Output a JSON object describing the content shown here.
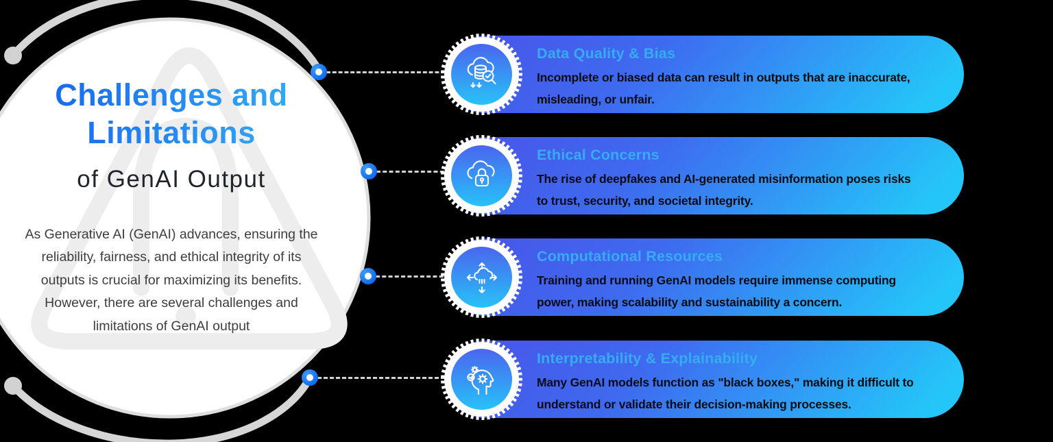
{
  "intro": {
    "title_lines": [
      "Challenges and",
      "Limitations"
    ],
    "subtitle": "of GenAI Output",
    "description": [
      "As Generative AI (GenAI) advances, ensuring the",
      "reliability, fairness, and ethical integrity of its",
      "outputs is crucial for maximizing its benefits.",
      "However, there are several challenges and",
      "limitations of GenAI output"
    ],
    "watermark": "rounded-triangle-a-logo"
  },
  "cards": [
    {
      "icon": "cloud-database-search-icon",
      "title": "Data Quality & Bias",
      "description": [
        "Incomplete or biased data can result in outputs that are inaccurate,",
        "misleading, or unfair."
      ]
    },
    {
      "icon": "cloud-padlock-icon",
      "title": "Ethical Concerns",
      "description": [
        "The rise of deepfakes and AI-generated misinformation poses risks",
        "to trust, security, and societal integrity."
      ]
    },
    {
      "icon": "cloud-expansion-arrows-icon",
      "title": "Computational Resources",
      "description": [
        "Training and running GenAI models require immense computing",
        "power, making scalability and sustainability a concern."
      ]
    },
    {
      "icon": "head-gears-icon",
      "title": "Interpretability & Explainability",
      "description": [
        "Many GenAI models function as \"black boxes,\" making it difficult to",
        "understand or validate their decision-making processes."
      ]
    }
  ],
  "colors": {
    "background": "#000000",
    "card_gradient_start": "#4a52e8",
    "card_gradient_end": "#24c5f9",
    "card_title": "#37acf2",
    "card_body_text": "#0c0c14",
    "title_gradient_start": "#1563ee",
    "title_gradient_end": "#36b0f5",
    "subtitle_text": "#20242b",
    "paragraph_text": "#3d3d3d",
    "connector": "#d2d2d2",
    "badge_gradient_start": "#4a66ef",
    "badge_gradient_end": "#27c2f8"
  }
}
